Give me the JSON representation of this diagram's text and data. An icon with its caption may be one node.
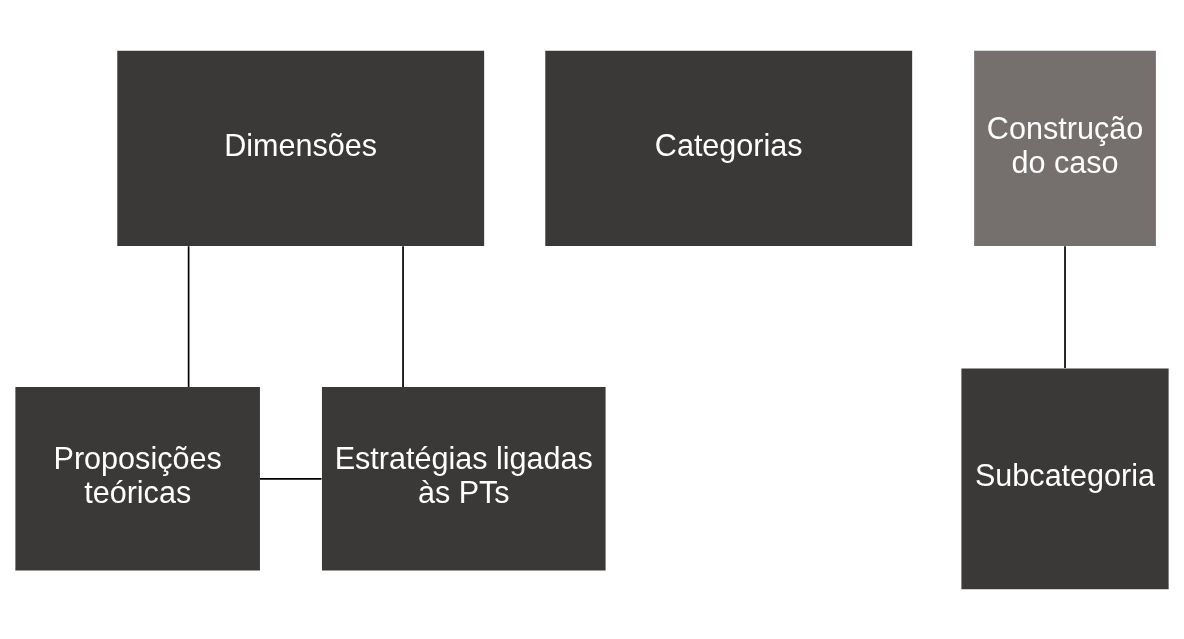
{
  "diagram": {
    "nodes": [
      {
        "text": [
          "Dimensões"
        ]
      },
      {
        "text": [
          "Categorias"
        ]
      },
      {
        "text": [
          "Construção do caso"
        ]
      },
      {
        "text": [
          "Proposições teóricas"
        ]
      },
      {
        "text": [
          "Estratégias ligadas às PTs"
        ]
      },
      {
        "text": [
          "Subcategoria"
        ]
      }
    ],
    "edges": [
      {
        "from": 0,
        "to": 3,
        "arrow": "none"
      },
      {
        "from": 0,
        "to": 4,
        "arrow": "none"
      },
      {
        "from": 3,
        "to": 4,
        "arrow": "none"
      },
      {
        "from": 2,
        "to": 5,
        "arrow": "none"
      }
    ]
  }
}
